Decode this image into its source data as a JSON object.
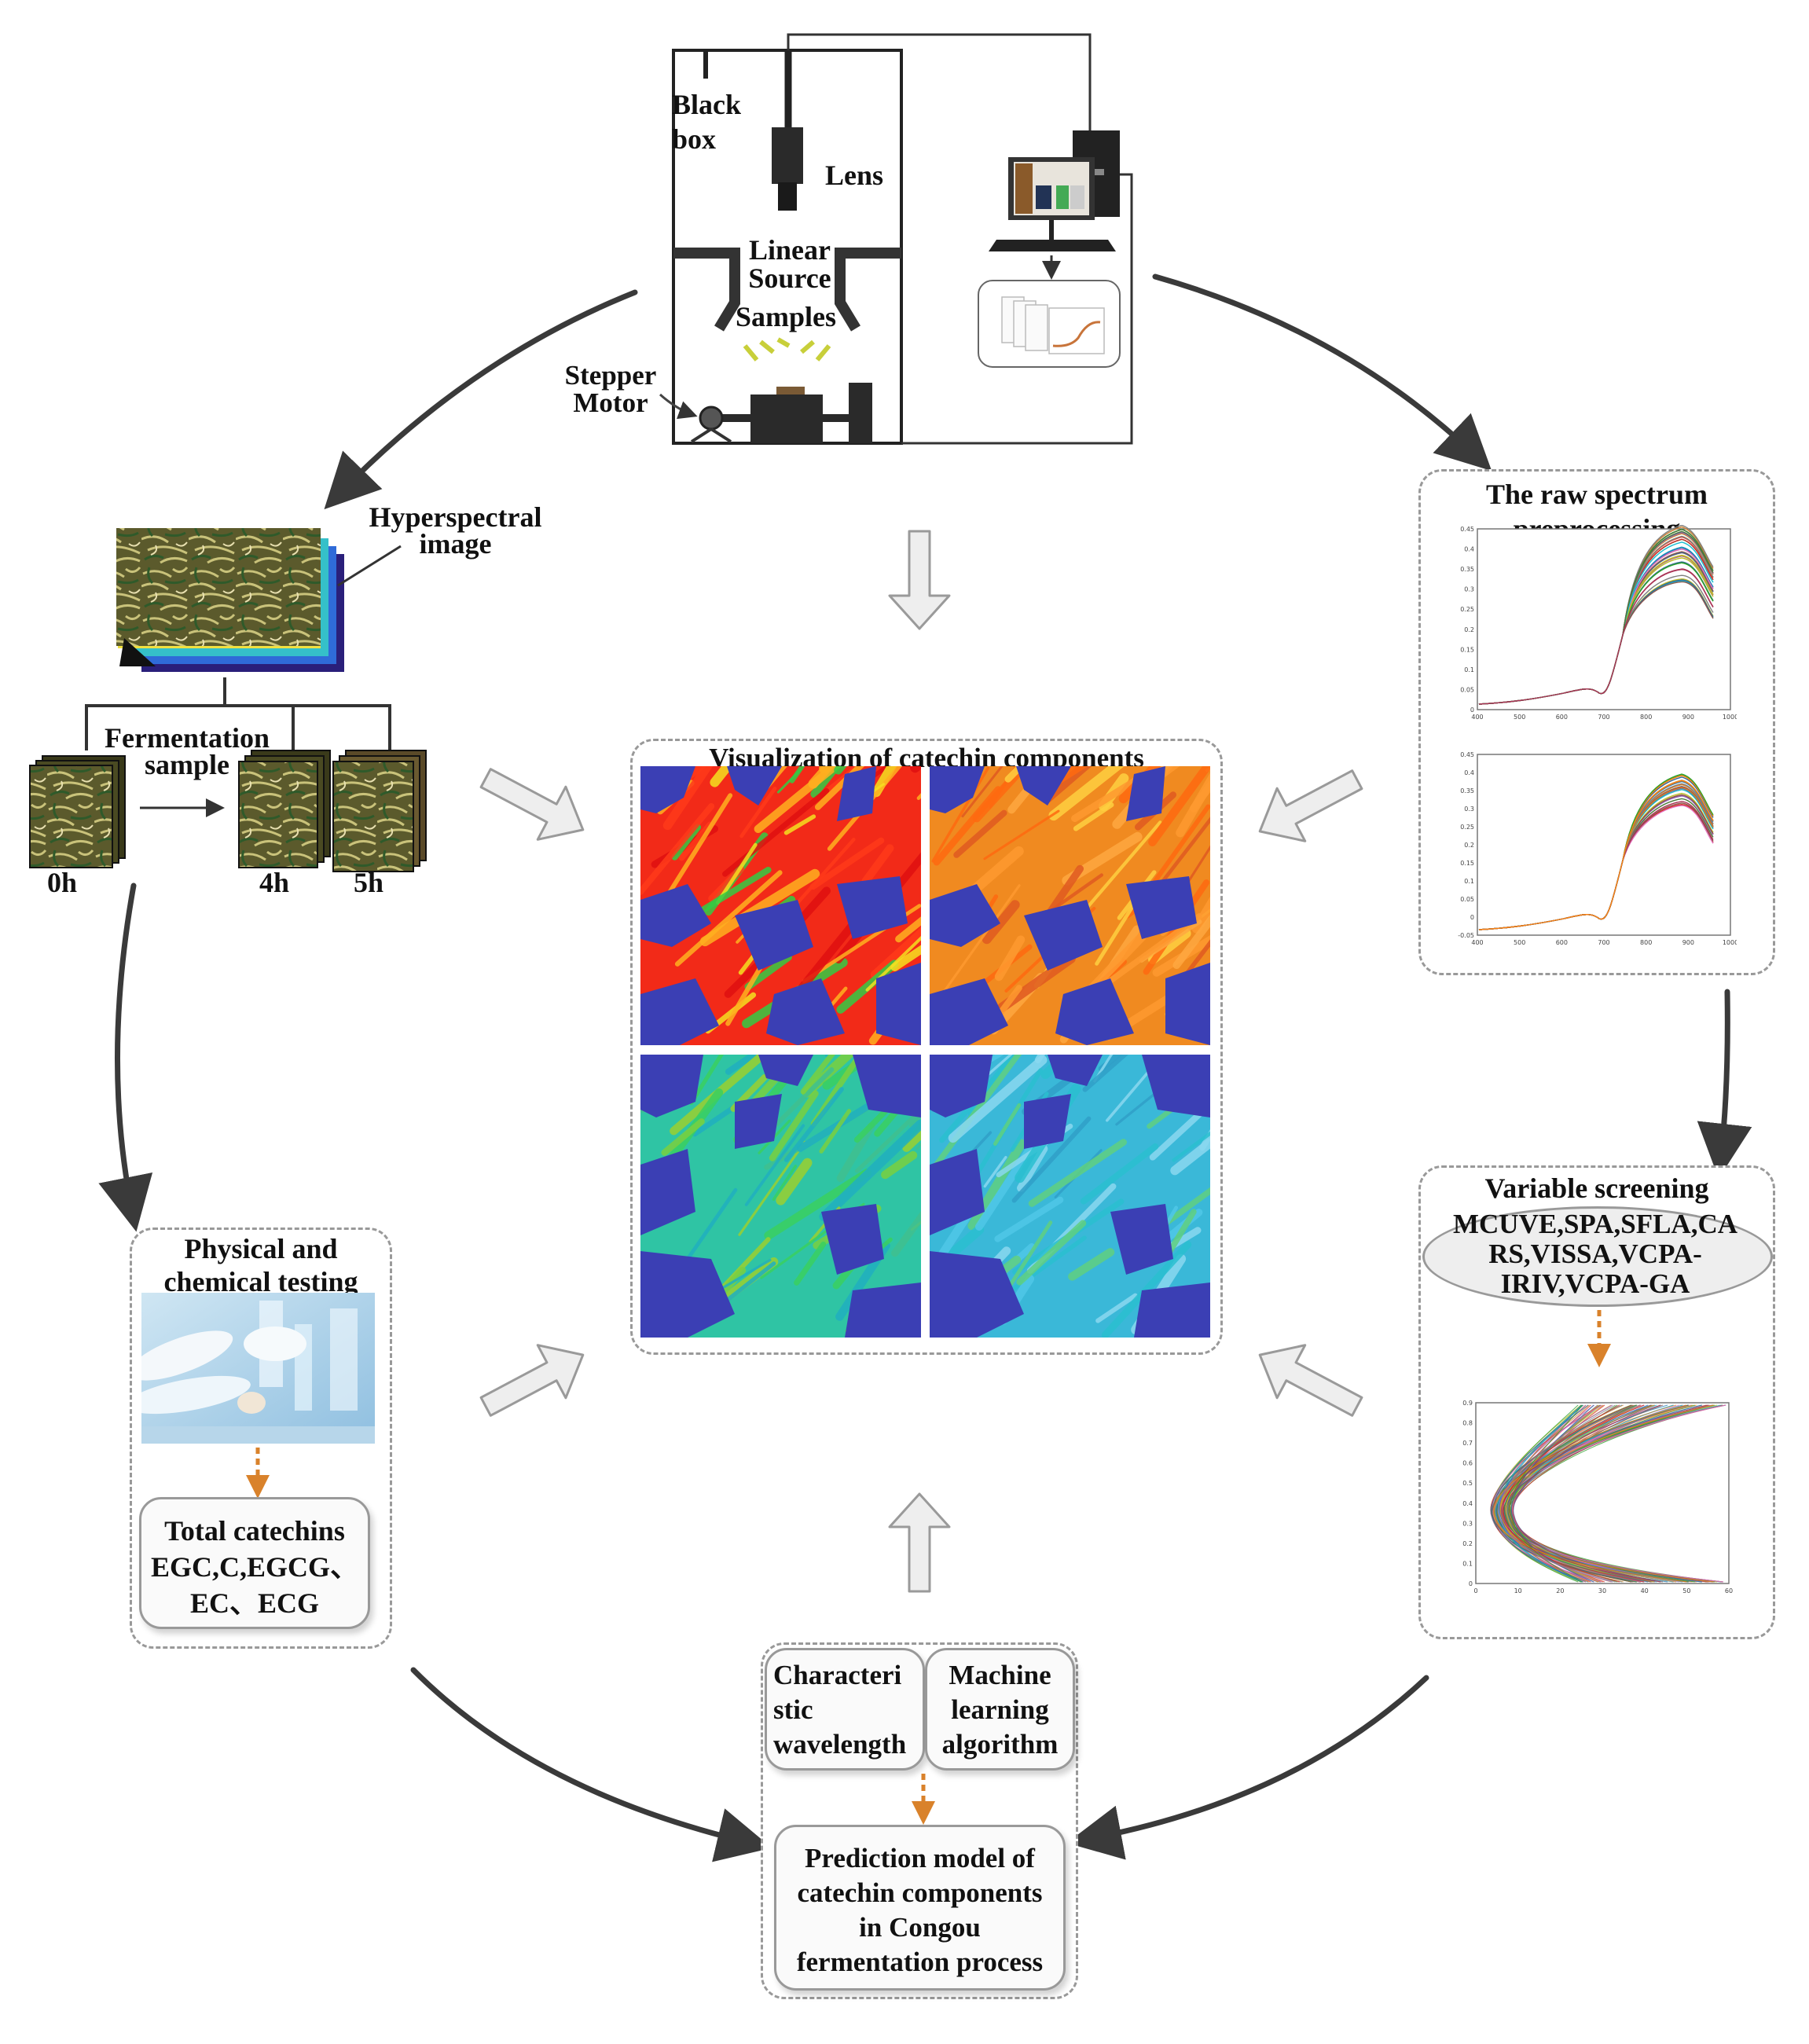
{
  "setup": {
    "black_box_label": "Black box",
    "lens_label": "Lens",
    "light_source_label": "Linear Source",
    "samples_label": "Samples",
    "motor_label": "Stepper Motor"
  },
  "hyperspectral": {
    "image_label": "Hyperspectral image",
    "fermentation_label": "Fermentation sample",
    "times": [
      "0h",
      "4h",
      "5h"
    ]
  },
  "preprocessing": {
    "title": "The raw spectrum preprocessing",
    "raw_x_ticks": [
      "400",
      "500",
      "600",
      "700",
      "800",
      "900",
      "1000"
    ],
    "raw_y_ticks": [
      "0",
      "0.05",
      "0.1",
      "0.15",
      "0.2",
      "0.25",
      "0.3",
      "0.35",
      "0.4",
      "0.45"
    ],
    "pre_x_ticks": [
      "400",
      "500",
      "600",
      "700",
      "800",
      "900",
      "1000"
    ],
    "pre_y_ticks": [
      "-0.05",
      "0",
      "0.05",
      "0.1",
      "0.15",
      "0.2",
      "0.25",
      "0.3",
      "0.35",
      "0.4",
      "0.45"
    ]
  },
  "variable_screening": {
    "title": "Variable screening",
    "methods": [
      "MCUVE,SPA,SFLA,CA",
      "RS,VISSA,VCPA-",
      "IRIV,VCPA-GA"
    ],
    "x_ticks": [
      "0",
      "10",
      "20",
      "30",
      "40",
      "50",
      "60"
    ],
    "y_ticks": [
      "0",
      "0.1",
      "0.2",
      "0.3",
      "0.4",
      "0.5",
      "0.6",
      "0.7",
      "0.8",
      "0.9"
    ]
  },
  "visualization": {
    "title": "Visualization of catechin components"
  },
  "chemical": {
    "title": [
      "Physical and",
      "chemical testing"
    ],
    "catechins": [
      "Total catechins",
      "EGC,C,EGCG、",
      "EC、ECG"
    ]
  },
  "model": {
    "characteristic": [
      "Characteri",
      "stic",
      "wavelength"
    ],
    "machine": [
      "Machine",
      "learning",
      "algorithm"
    ],
    "prediction": [
      "Prediction model of",
      "catechin components",
      "in Congou",
      "fermentation process"
    ]
  },
  "colors": {
    "arrow": "#3a3a3a",
    "hollow_arrow_fill": "#eeeeee",
    "hollow_arrow_stroke": "#9a9a9a",
    "dashed_box": "#999999",
    "orange_dash": "#d9822b",
    "map_background": "#3b3fb4"
  }
}
